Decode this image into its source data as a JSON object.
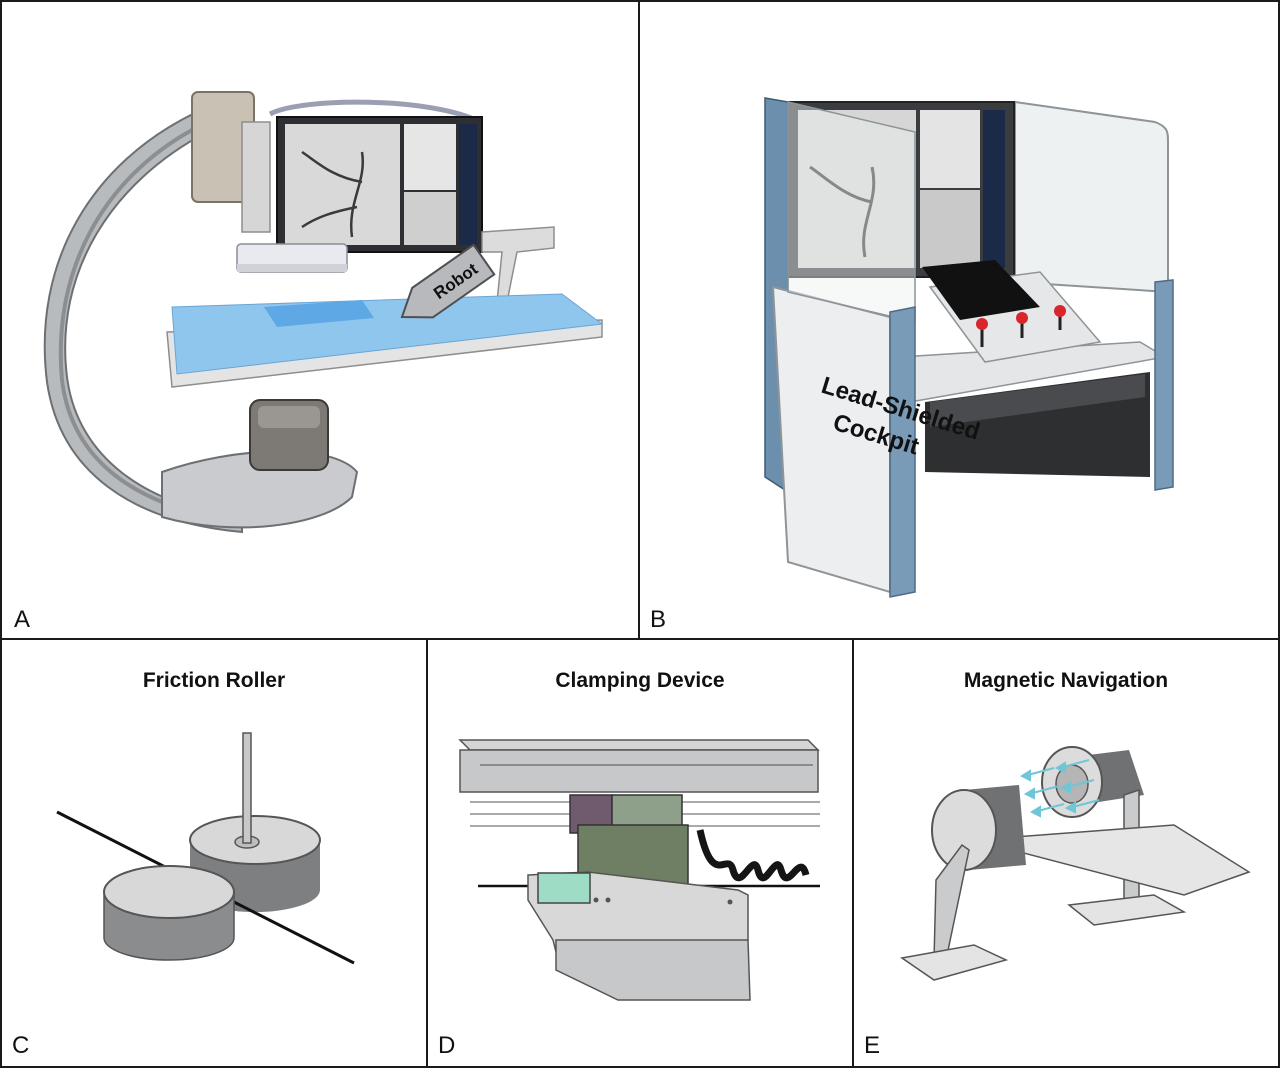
{
  "panels": {
    "a": {
      "letter": "A",
      "robot_label": "Robot"
    },
    "b": {
      "letter": "B",
      "cockpit_label_line1": "Lead-Shielded",
      "cockpit_label_line2": "Cockpit"
    },
    "c": {
      "letter": "C",
      "title": "Friction Roller"
    },
    "d": {
      "letter": "D",
      "title": "Clamping Device"
    },
    "e": {
      "letter": "E",
      "title": "Magnetic Navigation"
    }
  },
  "colors": {
    "table_blue": "#8fc6ee",
    "cushion_blue": "#5fa8e6",
    "arm_gray": "#b5b8bb",
    "joystick_red": "#d8262c",
    "panel_blue": "#6c8fae",
    "clamp_green": "#6f7f63",
    "clamp_mint": "#9fdcc5",
    "clamp_purple": "#6f5a6e",
    "arrow_teal": "#6ec6d6"
  }
}
